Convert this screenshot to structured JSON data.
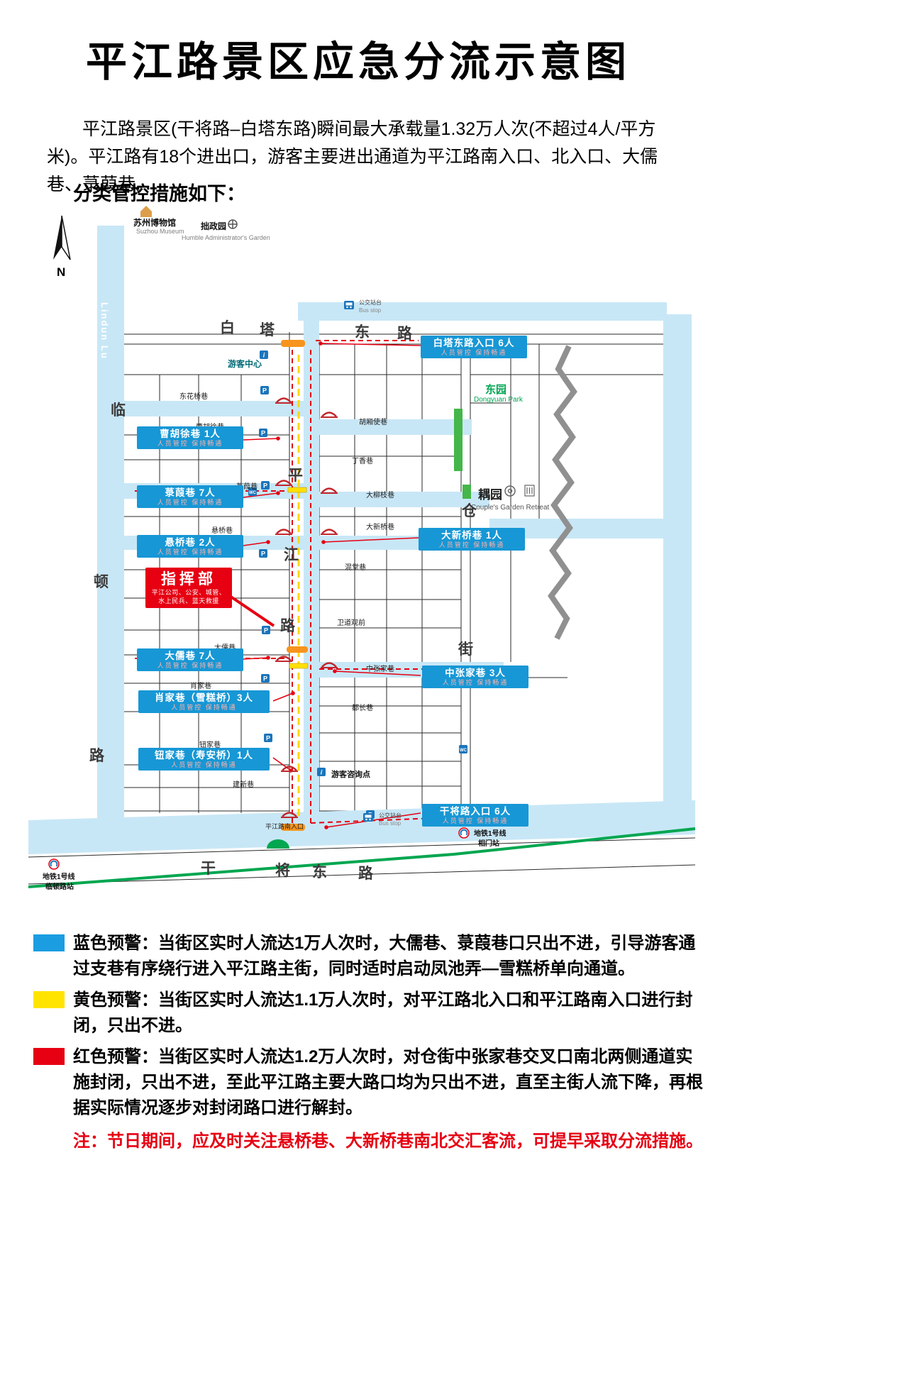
{
  "page": {
    "title": "平江路景区应急分流示意图",
    "intro": "平江路景区(干将路–白塔东路)瞬间最大承载量1.32万人次(不超过4人/平方米)。平江路有18个进出口，游客主要进出通道为平江路南入口、北入口、大儒巷、菉葭巷。",
    "subtitle": "分类管控措施如下："
  },
  "map": {
    "compass": "N",
    "streets": {
      "baita": "白塔东路",
      "lindun": "临顿路",
      "lindun_en": "Lindun Lu",
      "pingjiang": "平江路",
      "cangjie": "仓街",
      "ganjiang": "干将东路"
    },
    "landmarks": {
      "museum": "苏州博物馆",
      "museum_en": "Suzhou Museum",
      "zhuozheng": "拙政园",
      "zhuozheng_en": "Humble Administrator's Garden",
      "dongyuan": "东园",
      "dongyuan_en": "Dongyuan Park",
      "ouyuan": "耦园",
      "ouyuan_en": "Couple's Garden Retreat"
    },
    "lanes": [
      "东花桥巷",
      "曹胡徐巷",
      "菉葭巷",
      "悬桥巷",
      "大儒巷",
      "肖家巷",
      "钮家巷",
      "建新巷",
      "胡厢使巷",
      "丁香巷",
      "大柳枝巷",
      "大新桥巷",
      "混堂巷",
      "卫道观前",
      "中张家巷",
      "都长巷"
    ],
    "entries": [
      "白塔东路入口 6人",
      "曹胡徐巷 1人",
      "菉葭巷 7人",
      "悬桥巷 2人",
      "大新桥巷 1人",
      "大儒巷 7人",
      "中张家巷 3人",
      "肖家巷（雪糕桥）3人",
      "钮家巷（寿安桥）1人",
      "干将路入口 6人"
    ],
    "entry_sub": "人员管控 保持畅通",
    "command": {
      "title": "指挥部",
      "line1": "平江公司、公安、城管、",
      "line2": "水上民兵、蓝天救援"
    },
    "poi": {
      "tourist_center": "游客中心",
      "info_point": "游客咨询点",
      "bus_stop": "公交站台",
      "bus_stop_en": "Bus stop",
      "south_entrance": "平江路南入口"
    },
    "metro": {
      "line": "地铁1号线",
      "station_left": "临顿路站",
      "station_right": "相门站"
    },
    "colors": {
      "river": "#c8e7f6",
      "entry_box": "#1797d5",
      "command_red": "#e60012",
      "metro_green": "#00a650"
    }
  },
  "legend": {
    "items": [
      {
        "name": "蓝色预警",
        "color": "#1b9de2",
        "label": "蓝色预警：",
        "text": "当街区实时人流达1万人次时，大儒巷、菉葭巷口只出不进，引导游客通过支巷有序绕行进入平江路主街，同时适时启动凤池弄—雪糕桥单向通道。"
      },
      {
        "name": "黄色预警",
        "color": "#ffe400",
        "label": "黄色预警：",
        "text": "当街区实时人流达1.1万人次时，对平江路北入口和平江路南入口进行封闭，只出不进。"
      },
      {
        "name": "红色预警",
        "color": "#e60012",
        "label": "红色预警：",
        "text": "当街区实时人流达1.2万人次时，对仓街中张家巷交叉口南北两侧通道实施封闭，只出不进，至此平江路主要大路口均为只出不进，直至主街人流下降，再根据实际情况逐步对封闭路口进行解封。"
      }
    ],
    "note": "注：节日期间，应及时关注悬桥巷、大新桥巷南北交汇客流，可提早采取分流措施。"
  }
}
